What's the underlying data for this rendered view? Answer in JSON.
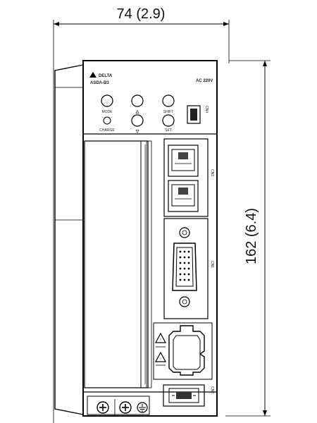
{
  "dimensions": {
    "width": "74 (2.9)",
    "height": "162 (6.4)"
  },
  "panel": {
    "brand": "DELTA",
    "model": "ASDA-B3",
    "power": "AC 220V",
    "buttons": {
      "mode": "MODE",
      "up": "△",
      "shift": "SHIFT",
      "charge": "CHARGE",
      "down": "▽",
      "set": "SET"
    },
    "connectors": {
      "cn4": "CN4",
      "cn3": "CN3",
      "cn1": "CN1",
      "cn2": "CN2"
    }
  },
  "icons": [
    "warning-triangle-icon",
    "warning-triangle-icon",
    "screw-terminal-icon",
    "ground-icon"
  ]
}
